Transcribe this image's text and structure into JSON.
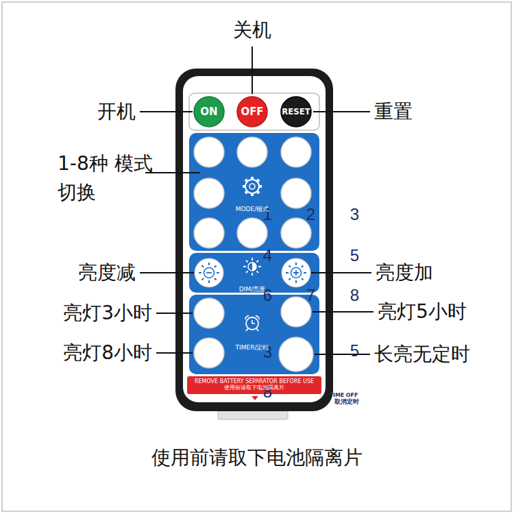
{
  "diagram": {
    "caption": "使用前请取下电池隔离片",
    "nodes": [
      {
        "text": [
          "ON"
        ]
      },
      {
        "text": [
          "OFF"
        ]
      },
      {
        "text": [
          "RESET"
        ]
      },
      {
        "text": [
          "MODE/模式"
        ]
      },
      {
        "text": [
          "1"
        ],
        "in": 3
      },
      {
        "text": [
          "2"
        ],
        "in": 3
      },
      {
        "text": [
          "3"
        ],
        "in": 3
      },
      {
        "text": [
          "4"
        ],
        "in": 3
      },
      {
        "text": [
          "5"
        ],
        "in": 3
      },
      {
        "text": [
          "6"
        ],
        "in": 3
      },
      {
        "text": [
          "7"
        ],
        "in": 3
      },
      {
        "text": [
          "8"
        ],
        "in": 3
      },
      {
        "text": [
          "DIM/亮度"
        ]
      },
      {
        "text": [
          "TIMER/定时"
        ]
      },
      {
        "text": [
          "3"
        ],
        "in": 13
      },
      {
        "text": [
          "5"
        ],
        "in": 13
      },
      {
        "text": [
          "8"
        ],
        "in": 13
      },
      {
        "text": [
          "TIME OFF",
          "取消定时"
        ],
        "in": 13
      },
      {
        "text": [
          "REMOVE BATTERY SEPARATOR BEFORE USE",
          "使用前请取下电池隔离片"
        ]
      }
    ],
    "labels": [
      "关机",
      "开机",
      "重置",
      "1-8种 模式切换",
      "亮度减",
      "亮度加",
      "亮灯3小时",
      "亮灯5小时",
      "亮灯8小时",
      "长亮无定时"
    ]
  }
}
